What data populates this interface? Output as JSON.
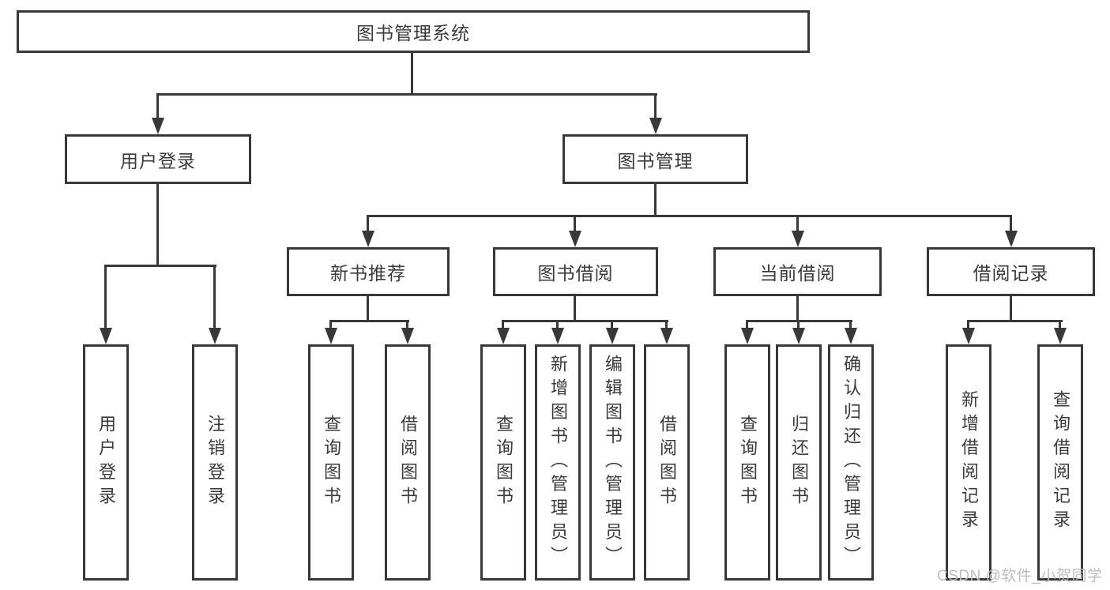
{
  "diagram": {
    "title": "图书管理系统",
    "root": {
      "label": "图书管理系统"
    },
    "level2": [
      {
        "id": "user-login",
        "label": "用户登录"
      },
      {
        "id": "book-management",
        "label": "图书管理"
      }
    ],
    "level3": [
      {
        "id": "new-book-recommendation",
        "label": "新书推荐",
        "parent": "book-management"
      },
      {
        "id": "book-borrowing",
        "label": "图书借阅",
        "parent": "book-management"
      },
      {
        "id": "current-borrowing",
        "label": "当前借阅",
        "parent": "book-management"
      },
      {
        "id": "borrowing-records",
        "label": "借阅记录",
        "parent": "book-management"
      }
    ],
    "leaves": [
      {
        "id": "user-login",
        "label": "用户登录",
        "parent": "user-login"
      },
      {
        "id": "logout-login",
        "label": "注销登录",
        "parent": "user-login"
      },
      {
        "id": "newbook-query-book",
        "label": "查询图书",
        "parent": "new-book-recommendation"
      },
      {
        "id": "newbook-borrow-book",
        "label": "借阅图书",
        "parent": "new-book-recommendation"
      },
      {
        "id": "borrow-query-book",
        "label": "查询图书",
        "parent": "book-borrowing"
      },
      {
        "id": "borrow-add-book-admin",
        "label": "新增图书（管理员）",
        "parent": "book-borrowing"
      },
      {
        "id": "borrow-edit-book-admin",
        "label": "编辑图书（管理员）",
        "parent": "book-borrowing"
      },
      {
        "id": "borrow-borrow-book",
        "label": "借阅图书",
        "parent": "book-borrowing"
      },
      {
        "id": "current-query-book",
        "label": "查询图书",
        "parent": "current-borrowing"
      },
      {
        "id": "current-return-book",
        "label": "归还图书",
        "parent": "current-borrowing"
      },
      {
        "id": "current-confirm-return-admin",
        "label": "确认归还（管理员）",
        "parent": "current-borrowing"
      },
      {
        "id": "records-add-record",
        "label": "新增借阅记录",
        "parent": "borrowing-records"
      },
      {
        "id": "records-query-record",
        "label": "查询借阅记录",
        "parent": "borrowing-records"
      }
    ]
  },
  "colors": {
    "line": "#383838",
    "text": "#3a3a3a",
    "background": "#ffffff",
    "watermark": "#bdbdbd"
  },
  "watermark": {
    "text": "CSDN @软件_小贺同学"
  }
}
